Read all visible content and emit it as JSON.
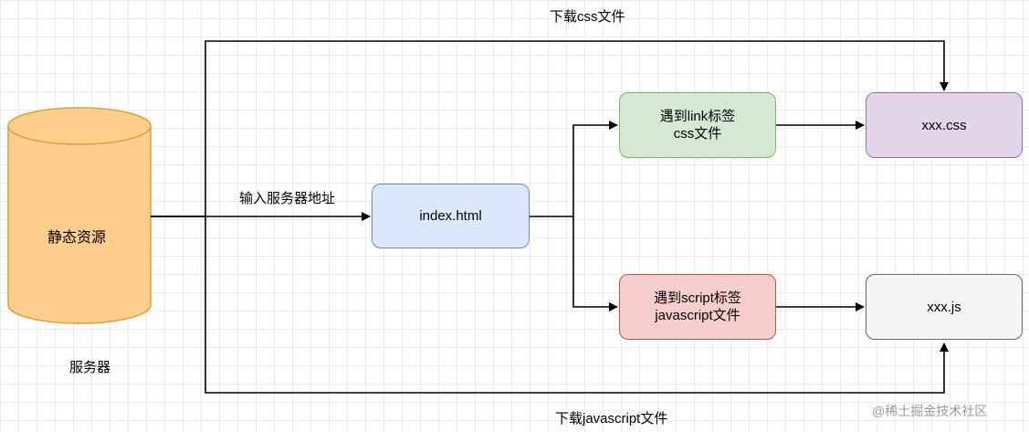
{
  "labels": {
    "download_css": "下载css文件",
    "download_js": "下载javascript文件",
    "input_address": "输入服务器地址",
    "server": "服务器"
  },
  "nodes": {
    "static_resources": "静态资源",
    "index_html": "index.html",
    "link_tag": {
      "line1": "遇到link标签",
      "line2": "css文件"
    },
    "script_tag": {
      "line1": "遇到script标签",
      "line2": "javascript文件"
    },
    "xxx_css": "xxx.css",
    "xxx_js": "xxx.js"
  },
  "watermark": "@稀土掘金技术社区",
  "colors": {
    "cylinder_fill": "#ffcd8c",
    "cylinder_stroke": "#d9a33b",
    "index_fill": "#dbe8fb",
    "index_stroke": "#6c8ebf",
    "link_fill": "#d5e8d4",
    "link_stroke": "#82b366",
    "script_fill": "#f8cecc",
    "script_stroke": "#b85450",
    "css_fill": "#e1d5e7",
    "css_stroke": "#9673a6",
    "js_fill": "#f5f5f5",
    "js_stroke": "#666666"
  }
}
